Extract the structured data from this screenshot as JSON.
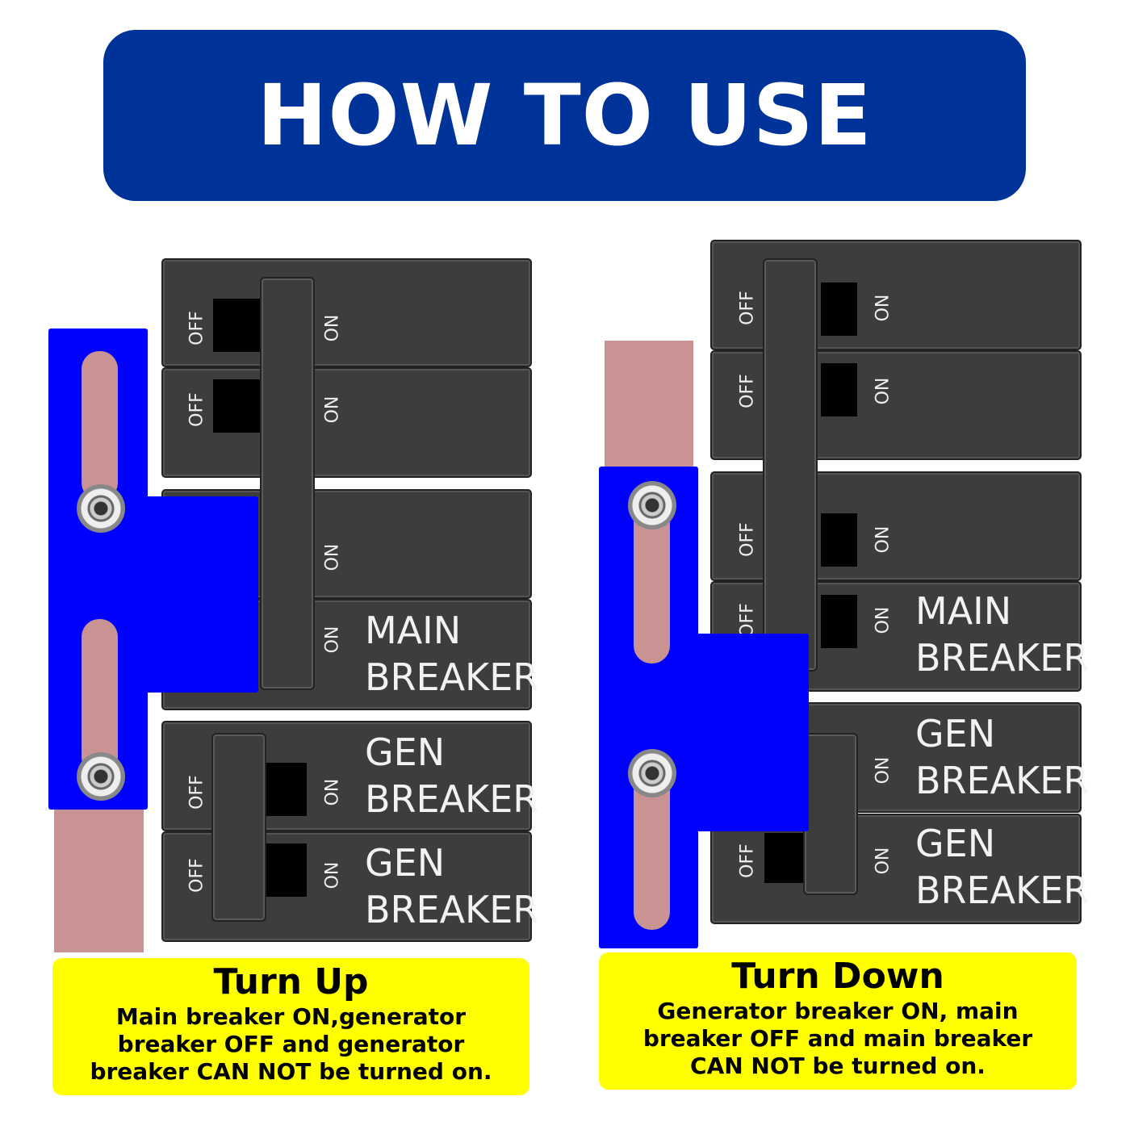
{
  "header": {
    "title": "HOW TO USE"
  },
  "labels": {
    "off": "OFF",
    "on": "ON"
  },
  "left": {
    "main_breaker": [
      "MAIN",
      "BREAKER"
    ],
    "gen_breaker_1": [
      "GEN",
      "BREAKER"
    ],
    "gen_breaker_2": [
      "GEN",
      "BREAKER"
    ],
    "caption_title": "Turn Up",
    "caption_lines": [
      "Main breaker ON,generator",
      "breaker OFF and generator",
      "breaker CAN NOT be turned on."
    ]
  },
  "right": {
    "main_breaker": [
      "MAIN",
      "BREAKER"
    ],
    "gen_breaker_1": [
      "GEN",
      "BREAKER"
    ],
    "gen_breaker_2": [
      "GEN",
      "BREAKER"
    ],
    "caption_title": "Turn Down",
    "caption_lines": [
      "Generator breaker ON, main",
      "breaker OFF and main breaker",
      "CAN NOT be turned on."
    ]
  },
  "colors": {
    "header": "#003399",
    "plate": "#0000ff",
    "copper": "#c99393",
    "note": "#ffff00",
    "breaker": "#3d3d3d"
  }
}
